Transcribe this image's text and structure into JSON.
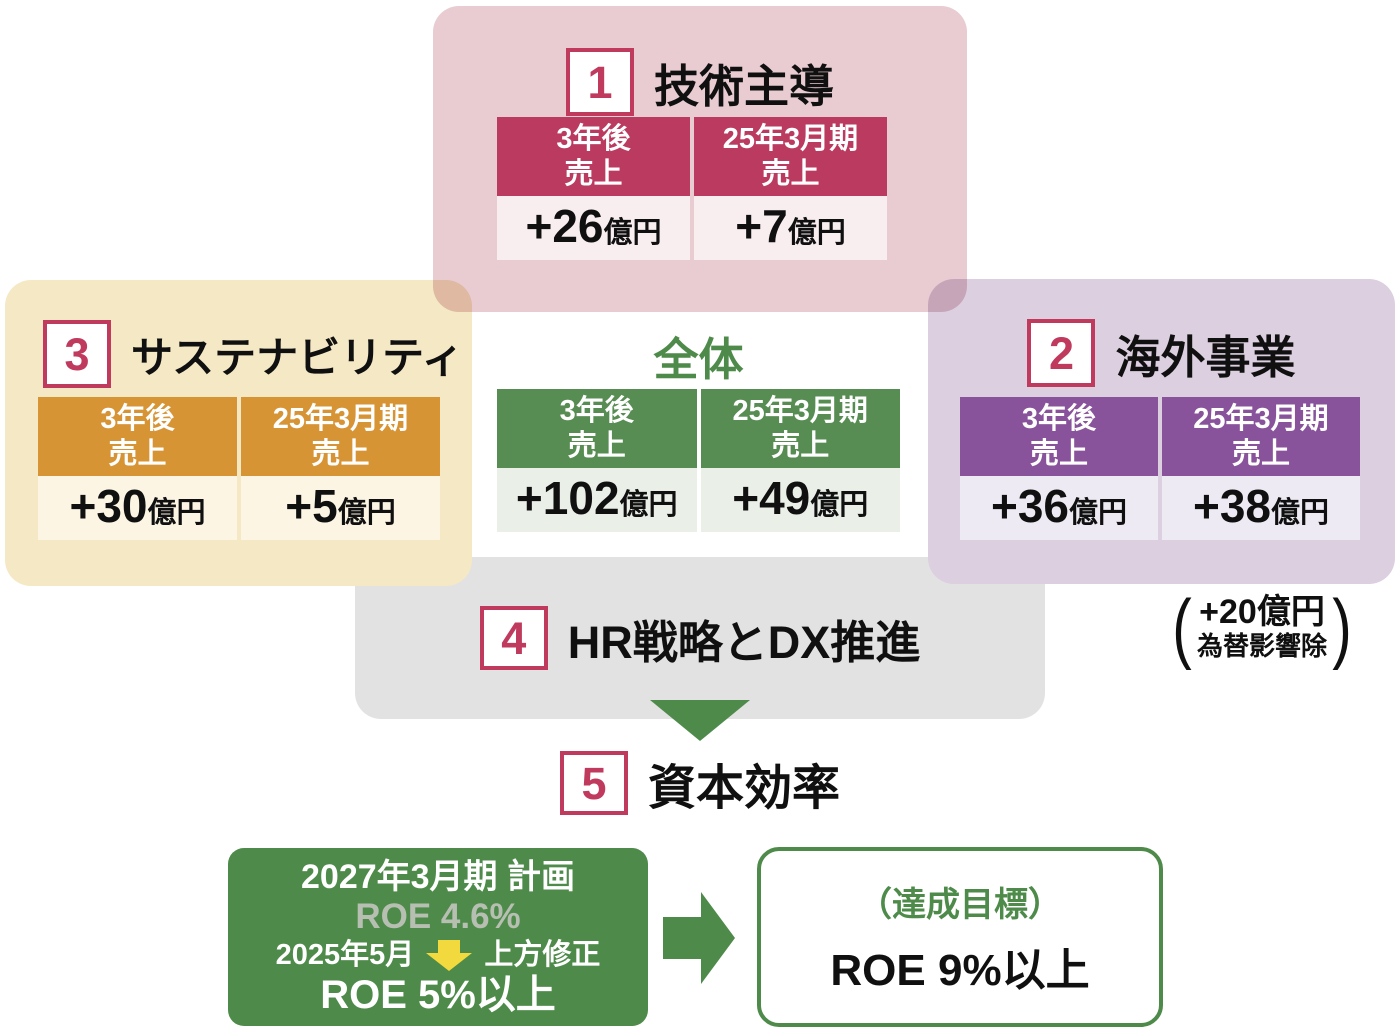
{
  "boxes": {
    "tech": {
      "number": "1",
      "title": "技術主導",
      "table": {
        "h1a": "3年後",
        "h1b": "売上",
        "h2a": "25年3月期",
        "h2b": "売上",
        "v1": "+26",
        "v1u": "億円",
        "v2": "+7",
        "v2u": "億円"
      }
    },
    "overseas": {
      "number": "2",
      "title": "海外事業",
      "table": {
        "h1a": "3年後",
        "h1b": "売上",
        "h2a": "25年3月期",
        "h2b": "売上",
        "v1": "+36",
        "v1u": "億円",
        "v2": "+38",
        "v2u": "億円"
      }
    },
    "sustainability": {
      "number": "3",
      "title": "サステナビリティ",
      "table": {
        "h1a": "3年後",
        "h1b": "売上",
        "h2a": "25年3月期",
        "h2b": "売上",
        "v1": "+30",
        "v1u": "億円",
        "v2": "+5",
        "v2u": "億円"
      }
    },
    "hr": {
      "number": "4",
      "title": "HR戦略とDX推進"
    },
    "capital": {
      "number": "5",
      "title": "資本効率"
    }
  },
  "overall": {
    "title": "全体",
    "table": {
      "h1a": "3年後",
      "h1b": "売上",
      "h2a": "25年3月期",
      "h2b": "売上",
      "v1": "+102",
      "v1u": "億円",
      "v2": "+49",
      "v2u": "億円"
    }
  },
  "forex_note": {
    "open": "(",
    "line1": "+20億円",
    "line2": "為替影響除",
    "close": ")"
  },
  "plan_box": {
    "line1": "2027年3月期 計画",
    "line2": "ROE 4.6%",
    "line3_left": "2025年5月",
    "line3_right": "上方修正",
    "line4": "ROE 5%以上"
  },
  "goal_box": {
    "label": "（達成目標）",
    "value": "ROE 9%以上"
  },
  "colors": {
    "crimson_accent": "#c03a5e",
    "pink_box": "#e8ccd2",
    "pink_header": "#ba3a60",
    "pink_value_bg": "#f8edef",
    "yellow_box": "#f5e8c5",
    "orange_header": "#d79435",
    "cream_value_bg": "#fcf5e4",
    "purple_box": "#dbcfe0",
    "purple_header": "#88539a",
    "purple_value_bg": "#edeaf3",
    "gray_box": "#e3e2e2",
    "green_main": "#4e8b4a",
    "green_header": "#578c52",
    "green_value_bg": "#eaf0e8",
    "plan_dim_text": "#b7bfb2",
    "yellow_arrow": "#f2d93d"
  }
}
